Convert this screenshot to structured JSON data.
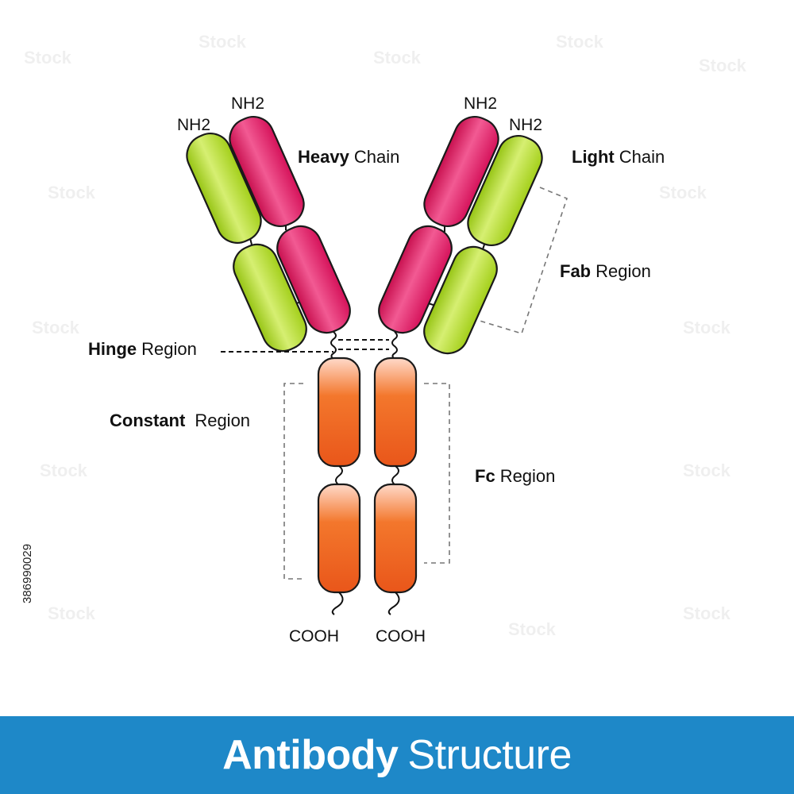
{
  "labels": {
    "nh2_heavy_left": "NH2",
    "nh2_light_left": "NH2",
    "nh2_heavy_right": "NH2",
    "nh2_light_right": "NH2",
    "cooh_left": "COOH",
    "cooh_right": "COOH",
    "heavy_chain": {
      "bold": "Heavy",
      "rest": "Chain"
    },
    "light_chain": {
      "bold": "Light",
      "rest": "Chain"
    },
    "fab_region": {
      "bold": "Fab",
      "rest": "Region"
    },
    "hinge_region": {
      "bold": "Hinge",
      "rest": "Region"
    },
    "constant_region": {
      "bold": "Constant",
      "rest": "Region"
    },
    "fc_region": {
      "bold": "Fc",
      "rest": "Region"
    }
  },
  "title": {
    "bold": "Antibody",
    "rest": "Structure"
  },
  "stock_id": "386990029",
  "colors": {
    "heavy_chain": "#e0185e",
    "light_chain": "#a8d21c",
    "constant": "#f0621a",
    "banner": "#1e88c8"
  }
}
